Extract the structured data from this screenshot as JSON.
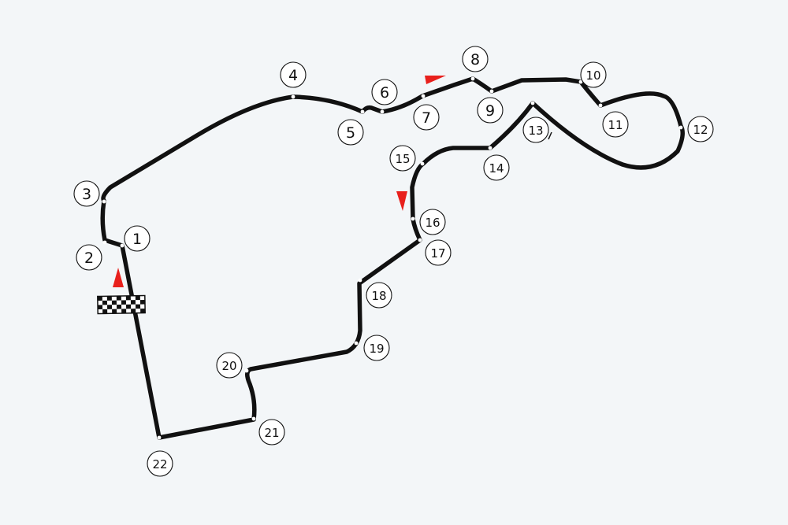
{
  "circuit": {
    "track_color": "#111111",
    "direction_marker_color": "#e8201c",
    "background_color": "#f3f6f8",
    "turns": [
      {
        "id": "1",
        "label": "1"
      },
      {
        "id": "2",
        "label": "2"
      },
      {
        "id": "3",
        "label": "3"
      },
      {
        "id": "4",
        "label": "4"
      },
      {
        "id": "5",
        "label": "5"
      },
      {
        "id": "6",
        "label": "6"
      },
      {
        "id": "7",
        "label": "7"
      },
      {
        "id": "8",
        "label": "8"
      },
      {
        "id": "9",
        "label": "9"
      },
      {
        "id": "10",
        "label": "10"
      },
      {
        "id": "11",
        "label": "11"
      },
      {
        "id": "12",
        "label": "12"
      },
      {
        "id": "13",
        "label": "13"
      },
      {
        "id": "14",
        "label": "14"
      },
      {
        "id": "15",
        "label": "15"
      },
      {
        "id": "16",
        "label": "16"
      },
      {
        "id": "17",
        "label": "17"
      },
      {
        "id": "18",
        "label": "18"
      },
      {
        "id": "19",
        "label": "19"
      },
      {
        "id": "20",
        "label": "20"
      },
      {
        "id": "21",
        "label": "21"
      },
      {
        "id": "22",
        "label": "22"
      }
    ]
  }
}
